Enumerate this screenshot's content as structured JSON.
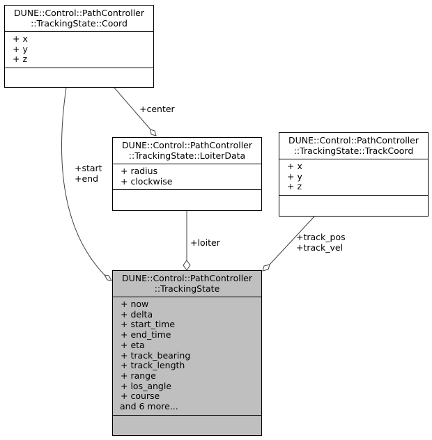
{
  "classes": {
    "coord": {
      "title": [
        "DUNE::Control::PathController",
        "::TrackingState::Coord"
      ],
      "attributes": [
        "+ x",
        "+ y",
        "+ z"
      ]
    },
    "loiter": {
      "title": [
        "DUNE::Control::PathController",
        "::TrackingState::LoiterData"
      ],
      "attributes": [
        "+ radius",
        "+ clockwise"
      ]
    },
    "trackcoord": {
      "title": [
        "DUNE::Control::PathController",
        "::TrackingState::TrackCoord"
      ],
      "attributes": [
        "+ x",
        "+ y",
        "+ z"
      ]
    },
    "tracking": {
      "title": [
        "DUNE::Control::PathController",
        "::TrackingState"
      ],
      "attributes": [
        "+ now",
        "+ delta",
        "+ start_time",
        "+ end_time",
        "+ eta",
        "+ track_bearing",
        "+ track_length",
        "+ range",
        "+ los_angle",
        "+ course",
        "and 6 more..."
      ]
    }
  },
  "edges": {
    "center": [
      "+center"
    ],
    "start_end": [
      "+start",
      "+end"
    ],
    "loiter": [
      "+loiter"
    ],
    "track": [
      "+track_pos",
      "+track_vel"
    ]
  }
}
